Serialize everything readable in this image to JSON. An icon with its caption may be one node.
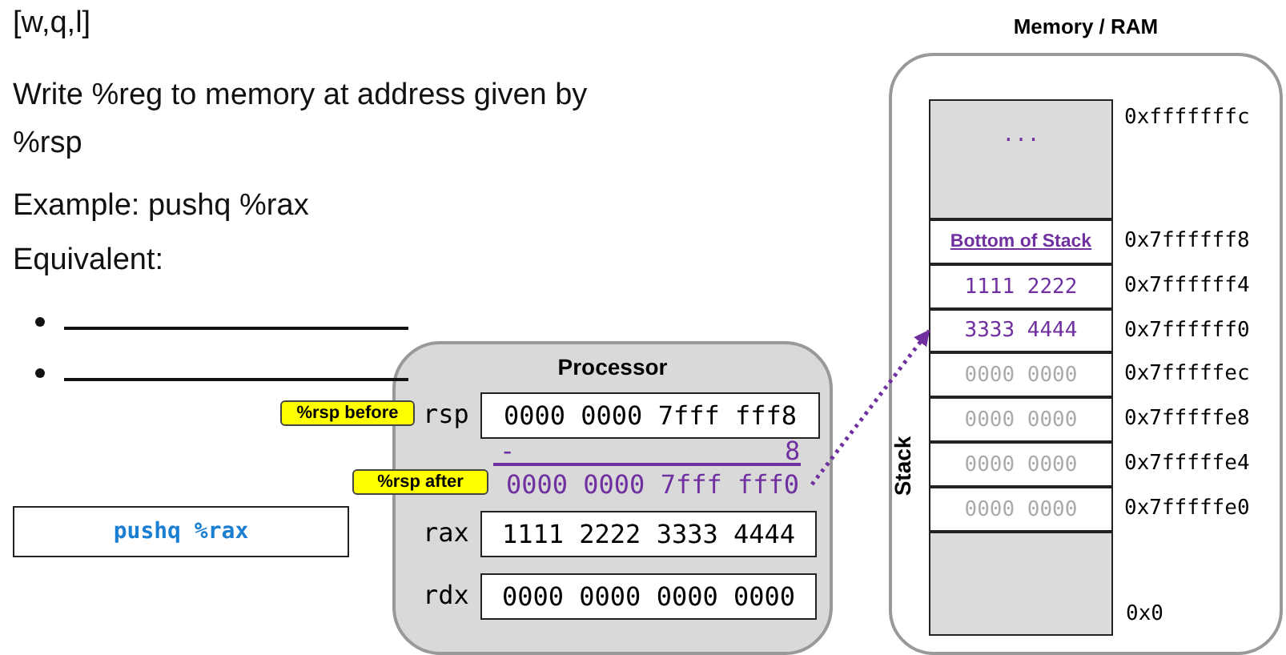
{
  "diagram": {
    "nodes": [
      {
        "text": [
          "Processor"
        ]
      },
      {
        "text": [
          "0000 0000 7fff fff8"
        ],
        "in": 0,
        "beside": [
          "rsp"
        ]
      },
      {
        "text": [
          "0000 0000 7fff fff0"
        ],
        "in": 0
      },
      {
        "text": [
          "1111 2222 3333 4444"
        ],
        "in": 0,
        "beside": [
          "rax"
        ]
      },
      {
        "text": [
          "0000 0000 0000 0000"
        ],
        "in": 0,
        "beside": [
          "rdx"
        ]
      },
      {
        "text": [
          "%rsp before"
        ]
      },
      {
        "text": [
          "%rsp after"
        ]
      },
      {
        "text": [
          "pushq %rax"
        ]
      },
      {
        "text": [
          "Memory / RAM",
          "Stack"
        ]
      },
      {
        "text": [
          "..."
        ],
        "in": 8,
        "beside": [
          "0xfffffffc"
        ]
      },
      {
        "text": [
          "Bottom of Stack"
        ],
        "in": 8,
        "beside": [
          "0x7ffffff8"
        ]
      },
      {
        "text": [
          "1111 2222"
        ],
        "in": 8,
        "beside": [
          "0x7ffffff4"
        ]
      },
      {
        "text": [
          "3333 4444"
        ],
        "in": 8,
        "beside": [
          "0x7ffffff0"
        ]
      },
      {
        "text": [
          "0000 0000"
        ],
        "in": 8,
        "beside": [
          "0x7fffffec"
        ]
      },
      {
        "text": [
          "0000 0000"
        ],
        "in": 8,
        "beside": [
          "0x7fffffe8"
        ]
      },
      {
        "text": [
          "0000 0000"
        ],
        "in": 8,
        "beside": [
          "0x7fffffe4"
        ]
      },
      {
        "text": [
          "0000 0000"
        ],
        "in": 8,
        "beside": [
          "0x7fffffe0"
        ]
      },
      {
        "text": [],
        "shape": "box",
        "in": 8,
        "beside": [
          "0x0"
        ]
      }
    ],
    "edges": [
      {
        "from": 2,
        "to": 12,
        "arrow": "to",
        "style": "dashed",
        "color": "#7030a0"
      }
    ],
    "labels": [
      "[w,q,l]",
      "Write %reg to memory at address given by %rsp",
      "Example: pushq  %rax",
      "Equivalent:",
      "-",
      "8"
    ]
  }
}
